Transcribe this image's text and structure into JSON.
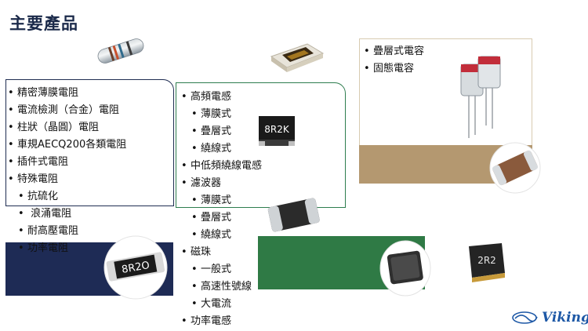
{
  "title": "主要產品",
  "panel1": {
    "items": [
      {
        "text": "精密薄膜電阻",
        "sub": false
      },
      {
        "text": "電流檢測（合金）電阻",
        "sub": false
      },
      {
        "text": "柱狀（晶圓）電阻",
        "sub": false
      },
      {
        "text": "車規AECQ200各類電阻",
        "sub": false
      },
      {
        "text": "插件式電阻",
        "sub": false
      },
      {
        "text": "特殊電阻",
        "sub": false
      },
      {
        "text": "抗硫化",
        "sub": true
      },
      {
        "text": " 浪涌電阻",
        "sub": true
      },
      {
        "text": "耐高壓電阻",
        "sub": true
      },
      {
        "text": "功率電阻",
        "sub": true
      }
    ]
  },
  "panel2": {
    "items": [
      {
        "text": "高頻電感",
        "sub": false
      },
      {
        "text": "薄膜式",
        "sub": true
      },
      {
        "text": "疊層式",
        "sub": true
      },
      {
        "text": "繞線式",
        "sub": true
      },
      {
        "text": "中低頻繞線電感",
        "sub": false
      },
      {
        "text": "濾波器",
        "sub": false
      },
      {
        "text": "薄膜式",
        "sub": true
      },
      {
        "text": "疊層式",
        "sub": true
      },
      {
        "text": "繞線式",
        "sub": true
      },
      {
        "text": "磁珠",
        "sub": false
      },
      {
        "text": "一般式",
        "sub": true
      },
      {
        "text": "高速性號線",
        "sub": true
      },
      {
        "text": "大電流",
        "sub": true
      },
      {
        "text": "功率電感",
        "sub": false
      }
    ]
  },
  "panel3": {
    "items": [
      {
        "text": "疊層式電容",
        "sub": false
      },
      {
        "text": "固態電容",
        "sub": false
      }
    ]
  },
  "markings": {
    "resistor_chip": "8R2O",
    "inductor_8r2k": "8R2K",
    "power_inductor_2r2": "2R2"
  },
  "logo": {
    "text": "Viking"
  },
  "bullet": "•",
  "colors": {
    "navy": "#1e2b55",
    "green": "#2f7a45",
    "tan": "#b49870",
    "brand_blue": "#1d58a6"
  }
}
